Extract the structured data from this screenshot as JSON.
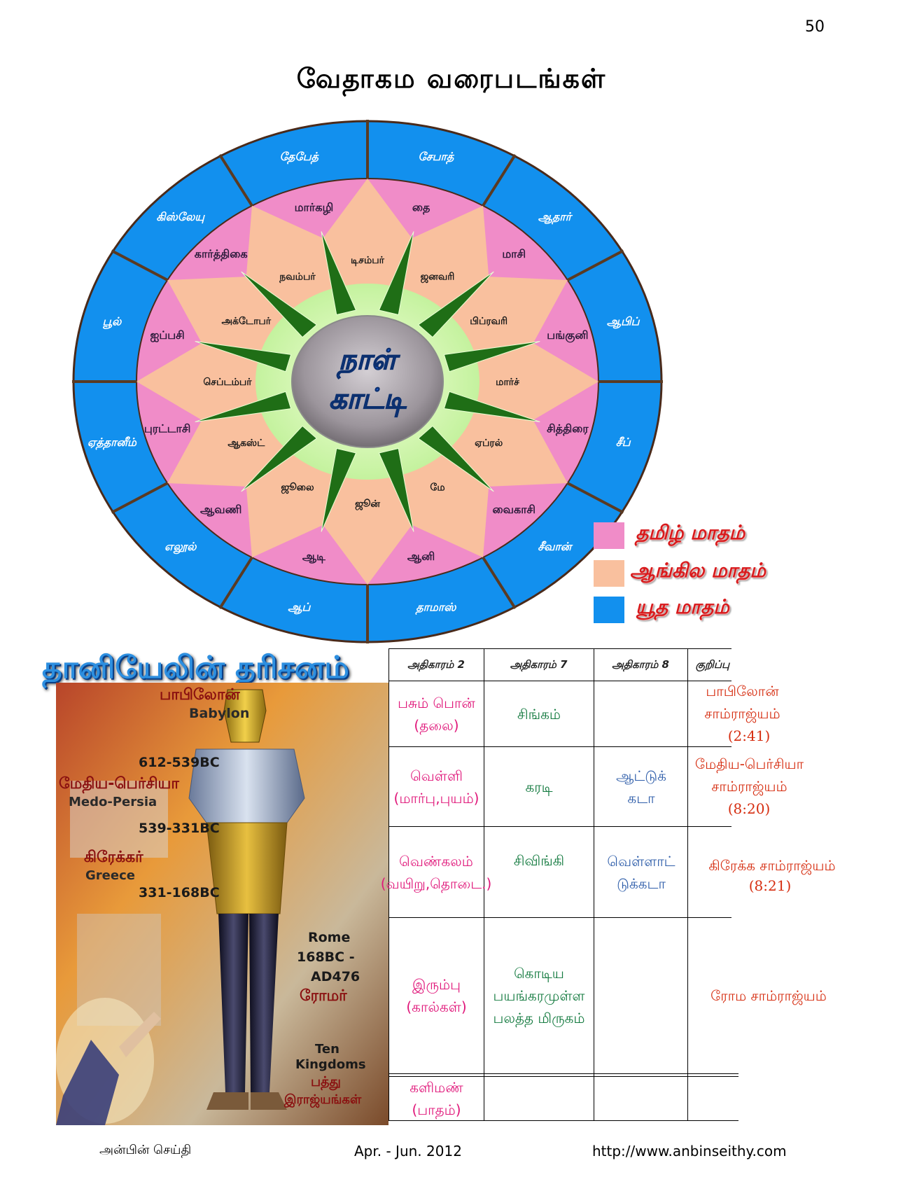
{
  "page_number": "50",
  "page_title": "வேதாகம வரைபடங்கள்",
  "calendar": {
    "center_line1": "நாள்",
    "center_line2": "காட்டி",
    "hebrew_months": [
      "சேபாத்",
      "ஆதார்",
      "ஆபிப்",
      "சீப்",
      "சீவான்",
      "தாமாஸ்",
      "ஆப்",
      "எலூல்",
      "ஏத்தானீம்",
      "பூல்",
      "கிஸ்லேயு",
      "தேபேத்"
    ],
    "tamil_months": [
      "தை",
      "மாசி",
      "பங்குனி",
      "சித்திரை",
      "வைகாசி",
      "ஆனி",
      "ஆடி",
      "ஆவணி",
      "புரட்டாசி",
      "ஐப்பசி",
      "கார்த்திகை",
      "மார்கழி"
    ],
    "english_months": [
      "ஜனவரி",
      "பிப்ரவரி",
      "மார்ச்",
      "ஏப்ரல்",
      "மே",
      "ஜூன்",
      "ஜூலை",
      "ஆகஸ்ட்",
      "செப்டம்பர்",
      "அக்டோபர்",
      "நவம்பர்",
      "டிசம்பர்"
    ]
  },
  "legend": {
    "tamil": {
      "label": "தமிழ் மாதம்",
      "color": "#f08cc8"
    },
    "english": {
      "label": "ஆங்கில மாதம்",
      "color": "#f9c09e"
    },
    "jewish": {
      "label": "யூத மாதம்",
      "color": "#1290ee"
    }
  },
  "daniel_title": "தானியேலின் தரிசனம்",
  "statue": {
    "babylon_ta": "பாபிலோன்",
    "babylon_en": "Babylon",
    "babylon_dates": "612-539BC",
    "medo_ta": "மேதிய-பெர்சியா",
    "medo_en": "Medo-Persia",
    "medo_dates": "539-331BC",
    "greece_ta": "கிரேக்கர்",
    "greece_en": "Greece",
    "greece_dates": "331-168BC",
    "rome_en": "Rome",
    "rome_dates1": "168BC -",
    "rome_dates2": "AD476",
    "rome_ta": "ரோமர்",
    "ten_en1": "Ten",
    "ten_en2": "Kingdoms",
    "ten_ta1": "பத்து",
    "ten_ta2": "இராஜ்யங்கள்"
  },
  "table": {
    "headers": [
      "அதிகாரம் 2",
      "அதிகாரம் 7",
      "அதிகாரம் 8",
      "குறிப்பு"
    ],
    "rows": [
      {
        "ch2": "பசும் பொன் (தலை)",
        "ch7": "சிங்கம்",
        "ch8": "",
        "note": "பாபிலோன் சாம்ராஜ்யம்",
        "ref": "(2:41)"
      },
      {
        "ch2": "வெள்ளி (மார்பு,புயம்)",
        "ch7": "கரடி",
        "ch8": "ஆட்டுக் கடா",
        "note": "மேதிய-பெர்சியா சாம்ராஜ்யம்",
        "ref": "(8:20)"
      },
      {
        "ch2": "வெண்கலம் (வயிறு,தொடை.)",
        "ch7": "சிவிங்கி",
        "ch8": "வெள்ளாட் டுக்கடா",
        "note": "கிரேக்க சாம்ராஜ்யம்",
        "ref": "(8:21)"
      },
      {
        "ch2": "இரும்பு (கால்கள்)",
        "ch7": "கொடிய பயங்கரமுள்ள பலத்த மிருகம்",
        "ch8": "",
        "note": "ரோம சாம்ராஜ்யம்",
        "ref": ""
      },
      {
        "ch2": "களிமண் (பாதம்)",
        "ch7": "",
        "ch8": "",
        "note": "",
        "ref": ""
      }
    ]
  },
  "footer": {
    "left": "அன்பின் செய்தி",
    "center": "Apr. - Jun. 2012",
    "right": "http://www.anbinseithy.com"
  }
}
